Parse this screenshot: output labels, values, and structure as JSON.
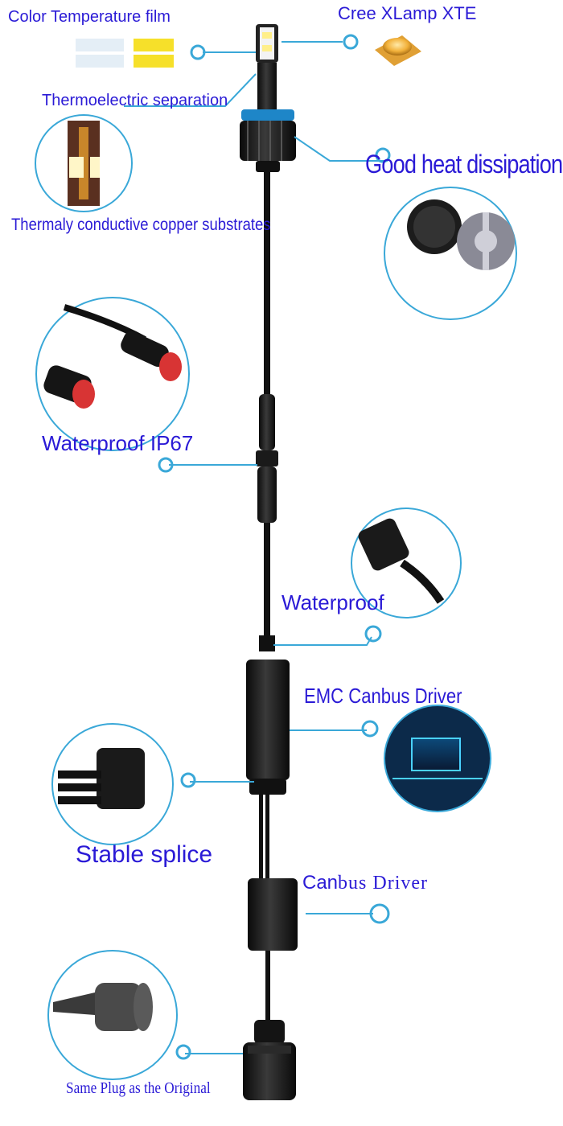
{
  "labels": {
    "color_temp_film": "Color Temperature film",
    "cree": "Cree XLamp XTE",
    "thermo": "Thermoelectric separation",
    "heat": "Good heat dissipation",
    "copper": "Thermaly conductive copper substrates",
    "ip67": "Waterproof IP67",
    "waterproof": "Waterproof",
    "emc": "EMC Canbus Driver",
    "splice": "Stable splice",
    "canbus_bold": "Can",
    "canbus_rest": "bus Driver",
    "plug": "Same Plug as the Original"
  },
  "colors": {
    "label_blue": "#2a1ad6",
    "leader_blue": "#3aa8d8",
    "accent_blue": "#1e86c8",
    "product_black": "#141414"
  },
  "icons": {
    "ring": "ring-marker-icon",
    "led_chip": "led-chip-icon"
  }
}
